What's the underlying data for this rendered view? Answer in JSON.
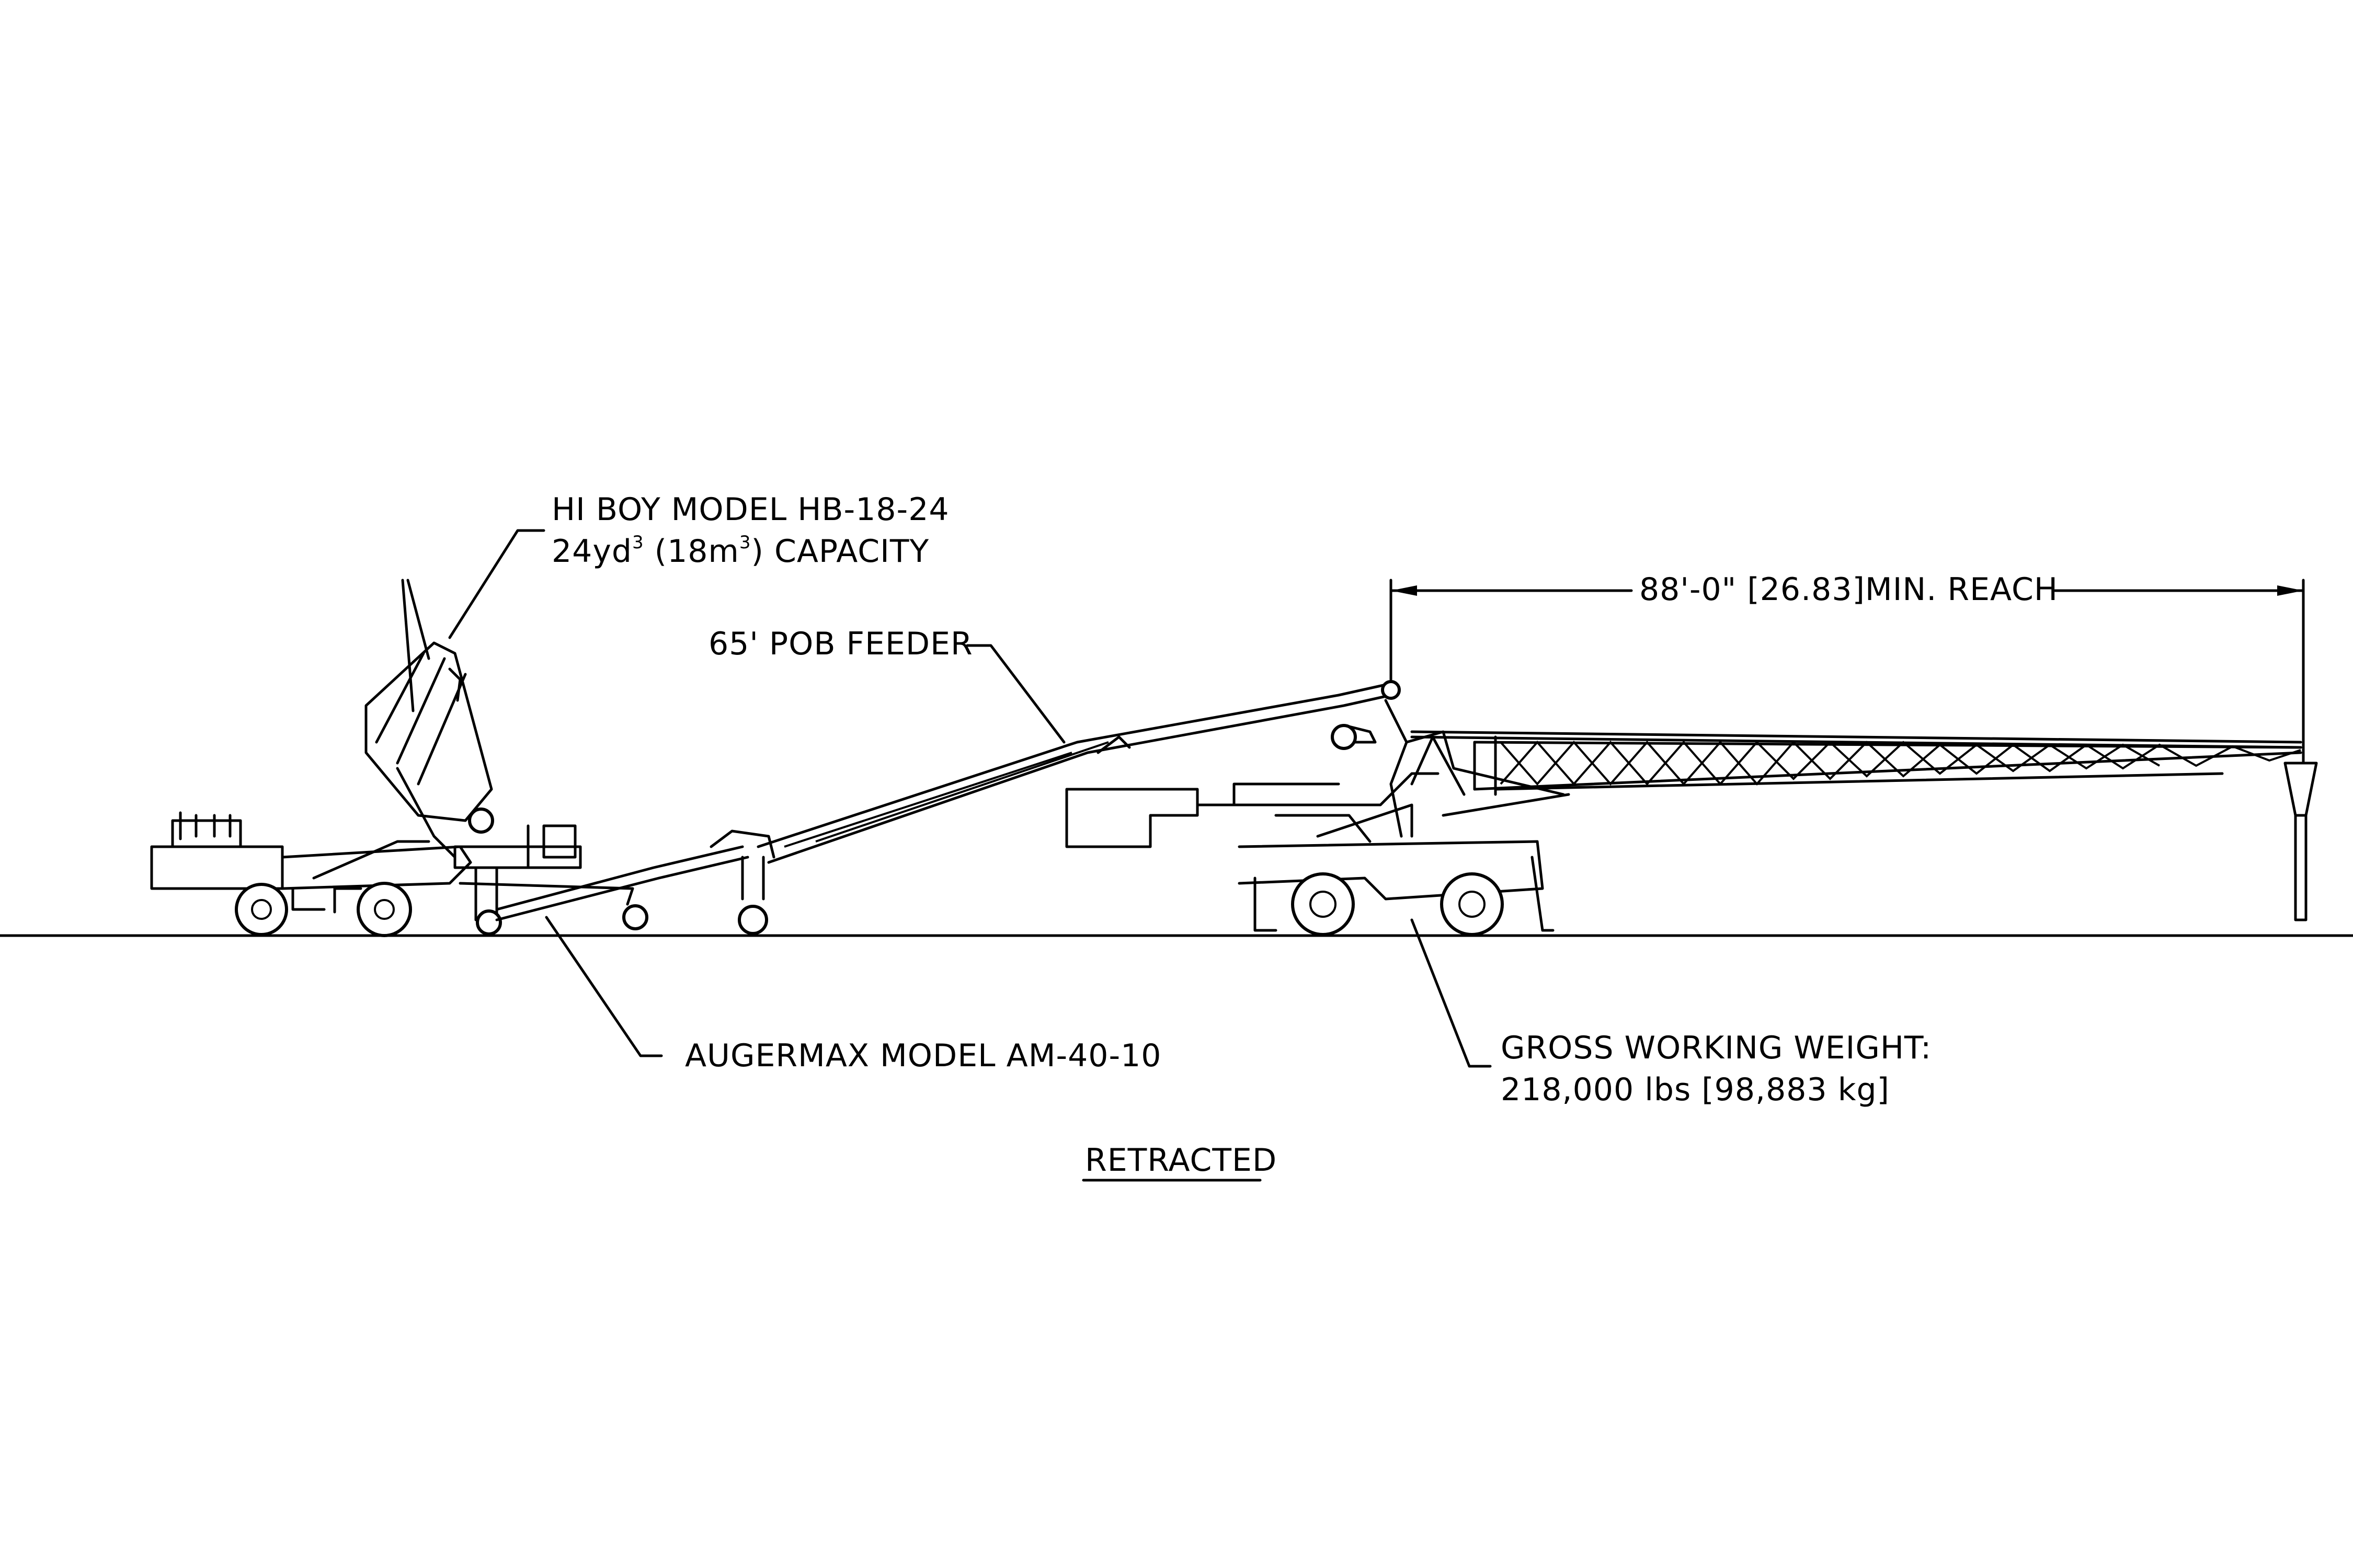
{
  "labels": {
    "hiboy_line1": "HI BOY MODEL HB-18-24",
    "hiboy_line2_a": "24yd",
    "hiboy_sup1": "3",
    "hiboy_line2_b": " (18m",
    "hiboy_sup2": "3",
    "hiboy_line2_c": ") CAPACITY",
    "feeder": "65' POB FEEDER",
    "reach": "88'-0\" [26.83]MIN. REACH",
    "augermax": "AUGERMAX MODEL AM-40-10",
    "weight_line1": "GROSS WORKING WEIGHT:",
    "weight_line2": "218,000 lbs [98,883 kg]",
    "view_title": "RETRACTED"
  }
}
